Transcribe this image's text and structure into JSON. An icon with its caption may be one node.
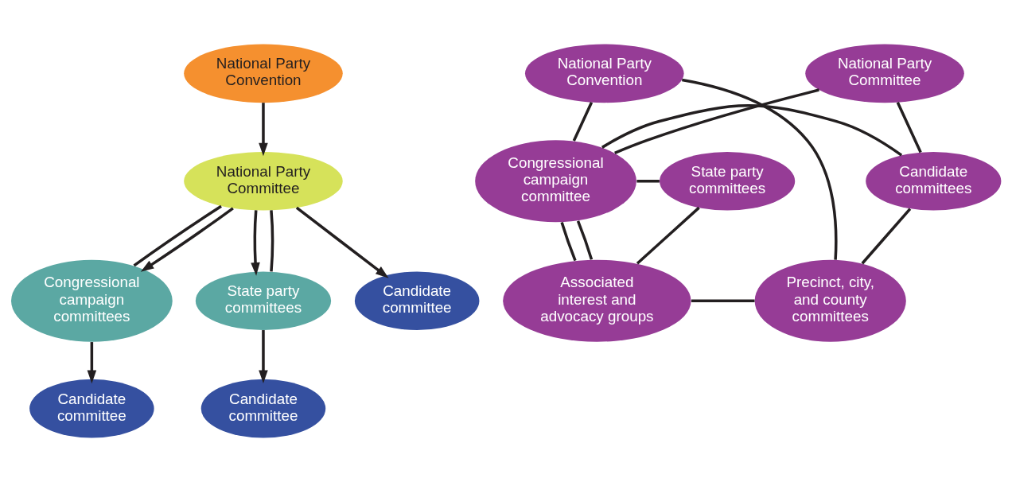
{
  "diagram": {
    "nodes": [
      {
        "text": [
          "National Party Convention"
        ]
      },
      {
        "text": [
          "National Party Committee"
        ]
      },
      {
        "text": [
          "Congressional campaign committees"
        ]
      },
      {
        "text": [
          "State party committees"
        ]
      },
      {
        "text": [
          "Candidate committee"
        ]
      },
      {
        "text": [
          "Candidate committee"
        ]
      },
      {
        "text": [
          "Candidate committee"
        ]
      },
      {
        "text": [
          "National Party Convention"
        ]
      },
      {
        "text": [
          "National Party Committee"
        ]
      },
      {
        "text": [
          "Congressional campaign committee"
        ]
      },
      {
        "text": [
          "Candidate committees"
        ]
      },
      {
        "text": [
          "State party committees"
        ]
      },
      {
        "text": [
          "Associated interest and advocacy groups"
        ]
      },
      {
        "text": [
          "Precinct, city, and county committees"
        ]
      }
    ],
    "edges": [
      {
        "from": 0,
        "to": 1,
        "arrow": "to"
      },
      {
        "from": 1,
        "to": 2,
        "arrow": "none"
      },
      {
        "from": 1,
        "to": 2,
        "arrow": "to"
      },
      {
        "from": 1,
        "to": 5,
        "arrow": "to"
      },
      {
        "from": 1,
        "to": 3,
        "arrow": "to"
      },
      {
        "from": 1,
        "to": 3,
        "arrow": "none"
      },
      {
        "from": 2,
        "to": 4,
        "arrow": "to"
      },
      {
        "from": 3,
        "to": 6,
        "arrow": "to"
      },
      {
        "from": 7,
        "to": 9,
        "arrow": "none"
      },
      {
        "from": 7,
        "to": 13,
        "arrow": "none"
      },
      {
        "from": 8,
        "to": 10,
        "arrow": "none"
      },
      {
        "from": 8,
        "to": 9,
        "arrow": "none"
      },
      {
        "from": 9,
        "to": 11,
        "arrow": "none"
      },
      {
        "from": 9,
        "to": 10,
        "arrow": "none"
      },
      {
        "from": 11,
        "to": 12,
        "arrow": "none"
      },
      {
        "from": 9,
        "to": 12,
        "arrow": "none"
      },
      {
        "from": 10,
        "to": 13,
        "arrow": "none"
      },
      {
        "from": 9,
        "to": 12,
        "arrow": "none"
      },
      {
        "from": 12,
        "to": 13,
        "arrow": "none"
      }
    ]
  }
}
